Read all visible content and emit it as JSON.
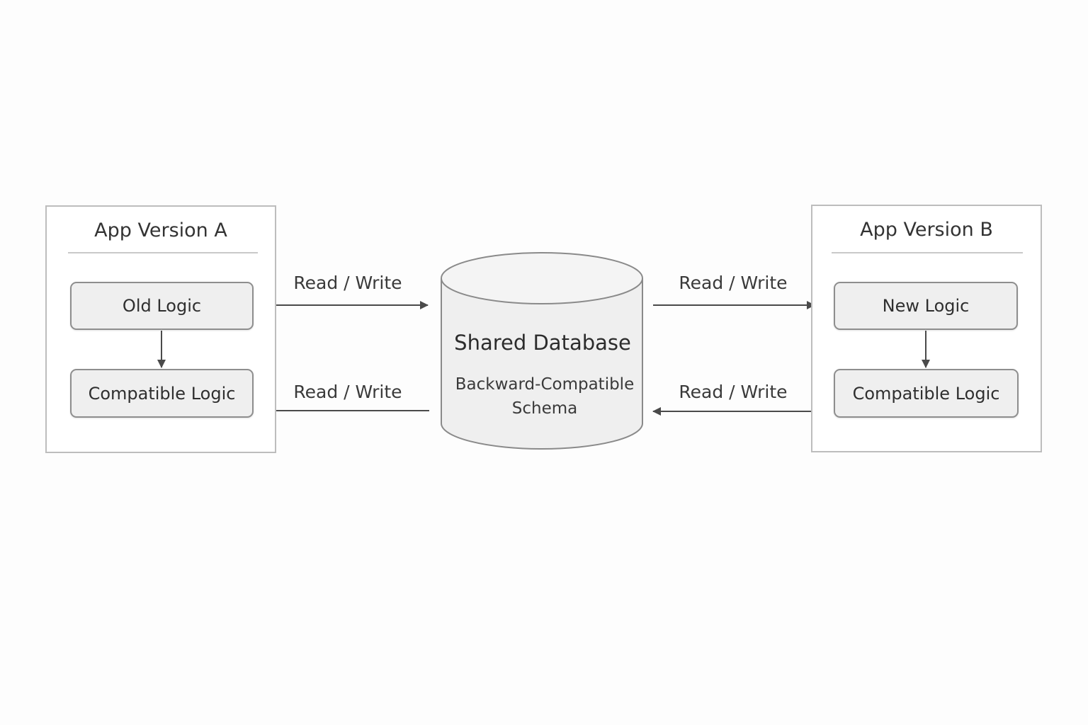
{
  "app_a": {
    "title": "App Version A",
    "top_box": "Old Logic",
    "bottom_box": "Compatible Logic"
  },
  "app_b": {
    "title": "App Version B",
    "top_box": "New Logic",
    "bottom_box": "Compatible Logic"
  },
  "database": {
    "title": "Shared Database",
    "subtitle": "Backward-Compatible Schema"
  },
  "flows": {
    "a_to_db": "Read / Write",
    "db_to_a": "Read / Write",
    "db_to_b": "Read / Write",
    "b_to_db": "Read / Write"
  },
  "colors": {
    "background": "#fdfdfd",
    "panel_border": "#bdbdbd",
    "box_fill": "#efefef",
    "box_border": "#8e8e8e",
    "arrow": "#4a4a4a",
    "text": "#333333"
  }
}
